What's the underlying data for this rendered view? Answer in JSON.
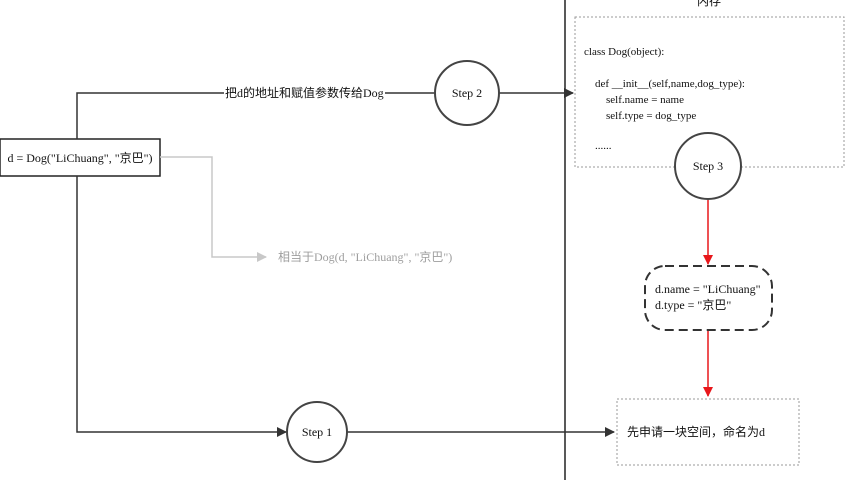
{
  "memory_title": "内存",
  "create_box": "d = Dog(\"LiChuang\", \"京巴\")",
  "arrow_label_step2": "把d的地址和赋值参数传给Dog",
  "equivalent_note": "相当于Dog(d, \"LiChuang\", \"京巴\")",
  "steps": {
    "step1": "Step 1",
    "step2": "Step 2",
    "step3": "Step 3"
  },
  "class_code": [
    "class Dog(object):",
    "",
    "    def __init__(self,name,dog_type):",
    "        self.name = name",
    "        self.type = dog_type",
    "",
    "    ......"
  ],
  "attr_box": [
    "d.name = \"LiChuang\"",
    "d.type = \"京巴\""
  ],
  "alloc_box": "先申请一块空间，命名为d",
  "colors": {
    "line": "#333333",
    "gray": "#c8c8c8",
    "red": "#e8171b",
    "dotted": "#9a9a9a"
  }
}
